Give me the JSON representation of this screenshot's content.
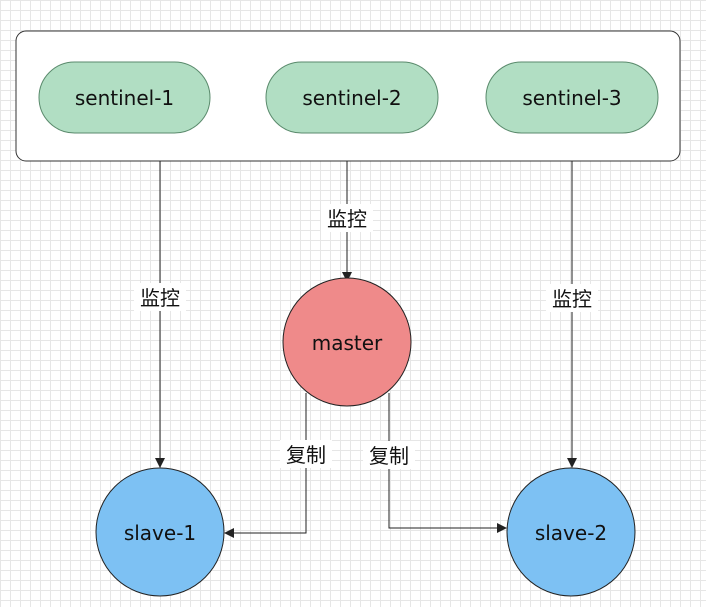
{
  "colors": {
    "sentinel_fill": "#b1dec3",
    "sentinel_stroke": "#5a8a6c",
    "master_fill": "#ef8a8a",
    "slave_fill": "#7dc1f3",
    "node_stroke": "#222222",
    "edge": "#222222",
    "group_fill": "#ffffff"
  },
  "sentinels": [
    {
      "label": "sentinel-1"
    },
    {
      "label": "sentinel-2"
    },
    {
      "label": "sentinel-3"
    }
  ],
  "master": {
    "label": "master"
  },
  "slaves": [
    {
      "label": "slave-1"
    },
    {
      "label": "slave-2"
    }
  ],
  "edges": {
    "monitor_label": "监控",
    "replicate_label": "复制"
  }
}
